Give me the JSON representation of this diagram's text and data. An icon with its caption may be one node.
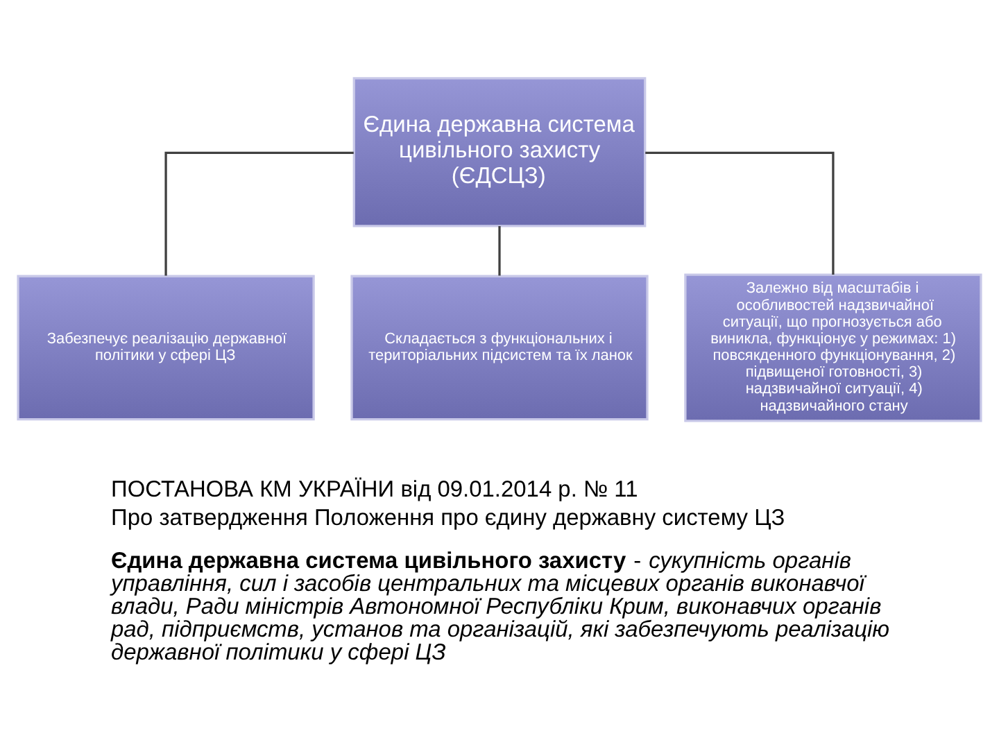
{
  "diagram": {
    "nodes": [
      {
        "text": [
          "Єдина державна система цивільного захисту (ЄДСЦЗ)"
        ]
      },
      {
        "text": [
          "Забезпечує реалізацію державної політики у сфері ЦЗ"
        ]
      },
      {
        "text": [
          "Складається з функціональних і територіальних підсистем та їх ланок"
        ]
      },
      {
        "text": [
          "Залежно від масштабів і особливостей надзвичайної ситуації, що прогнозується або виникла, функціонує у режимах: 1) повсякденного функціонування, 2) підвищеної готовності, 3) надзвичайної ситуації, 4) надзвичайного стану"
        ]
      }
    ],
    "edges": [
      {
        "from": 0,
        "to": 1,
        "arrow": "none"
      },
      {
        "from": 0,
        "to": 2,
        "arrow": "none"
      },
      {
        "from": 0,
        "to": 3,
        "arrow": "none"
      }
    ],
    "labels": [
      "ПОСТАНОВА КМ УКРАЇНИ від 09.01.2014 р. № 11",
      "Про затвердження Положення про єдину державну систему ЦЗ",
      "**Єдина державна система цивільного захисту** - *сукупність органів управління, сил і засобів центральних та місцевих органів виконавчої влади, Ради міністрів Автономної Республіки Крим, виконавчих органів рад, підприємств, установ та організацій, які забезпечують реалізацію державної політики у сфері ЦЗ*"
    ]
  }
}
